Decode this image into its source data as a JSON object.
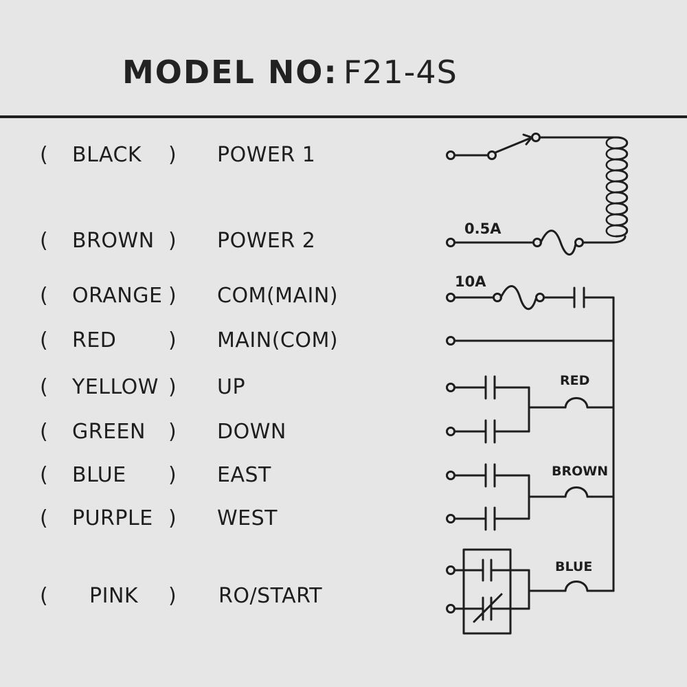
{
  "header": {
    "title_label": "MODEL NO:",
    "model": "F21-4S"
  },
  "rows": [
    {
      "open": "(",
      "color": "BLACK",
      "close": ")",
      "function": "POWER 1"
    },
    {
      "open": "(",
      "color": "BROWN",
      "close": ")",
      "function": "POWER 2"
    },
    {
      "open": "(",
      "color": "ORANGE",
      "close": ")",
      "function": "COM(MAIN)"
    },
    {
      "open": "(",
      "color": "RED",
      "close": ")",
      "function": "MAIN(COM)"
    },
    {
      "open": "(",
      "color": "YELLOW",
      "close": ")",
      "function": "UP"
    },
    {
      "open": "(",
      "color": "GREEN",
      "close": ")",
      "function": "DOWN"
    },
    {
      "open": "(",
      "color": "BLUE",
      "close": ")",
      "function": "EAST"
    },
    {
      "open": "(",
      "color": "PURPLE",
      "close": ")",
      "function": "WEST"
    },
    {
      "open": "(",
      "color": "PINK",
      "close": ")",
      "function": "RO/START"
    }
  ],
  "diagram": {
    "fuse_power": "0.5A",
    "fuse_main": "10A",
    "relay_updown": "RED",
    "relay_eastwest": "BROWN",
    "relay_start": "BLUE"
  }
}
